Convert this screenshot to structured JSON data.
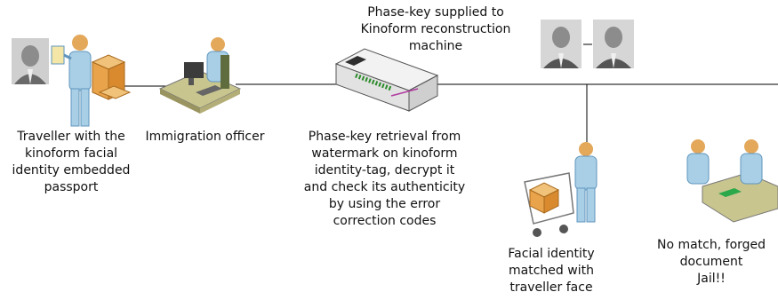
{
  "labels": {
    "traveller": "Traveller with the\nkinoform facial\nidentity embedded\npassport",
    "officer": "Immigration officer",
    "phase_key": "Phase-key retrieval from\nwatermark on kinoform\nidentity-tag, decrypt it\nand check its authenticity\nby using the error\ncorrection codes",
    "supplied": "Phase-key supplied to\nKinoform reconstruction\nmachine",
    "matched": "Facial identity\nmatched with\ntraveller face",
    "no_match": "No match, forged\ndocument\nJail!!"
  },
  "colors": {
    "person": "#a9cfe6",
    "person_dark": "#5f95bd",
    "box": "#e9a34b",
    "desk": "#c9c58f",
    "line": "#000000"
  }
}
